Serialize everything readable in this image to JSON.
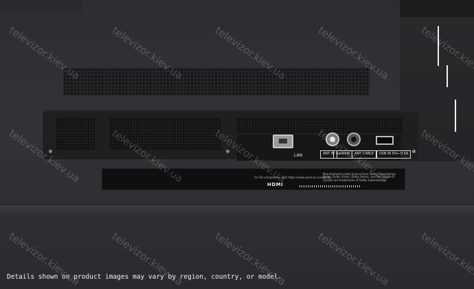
{
  "watermark_text": "televizor.kiev.ua",
  "caption": "Details shown on product images may vary by region, country, or model.",
  "port_labels": {
    "lan": "LAN",
    "ant_in": "ANT IN",
    "ant_satellite": "Satellite",
    "ant_cable": "ANT CABLE",
    "usb": "USB IN 5V⎓ 0.5A"
  },
  "label_strip": {
    "left_text": "For EU compliance, visit https://www.eprel.ec.europa.eu",
    "right_text": "Manufactured under license from Dolby Laboratories. Dolby, Dolby Vision, Dolby Atmos, and the double-D symbol are trademarks of Dolby Laboratories.",
    "hdmi_logo": "HDMI"
  },
  "colors": {
    "panel": "#2b2b2e",
    "housing": "#1f1f22",
    "label_text": "#e6e6e6",
    "watermark": "#ebebeb"
  }
}
